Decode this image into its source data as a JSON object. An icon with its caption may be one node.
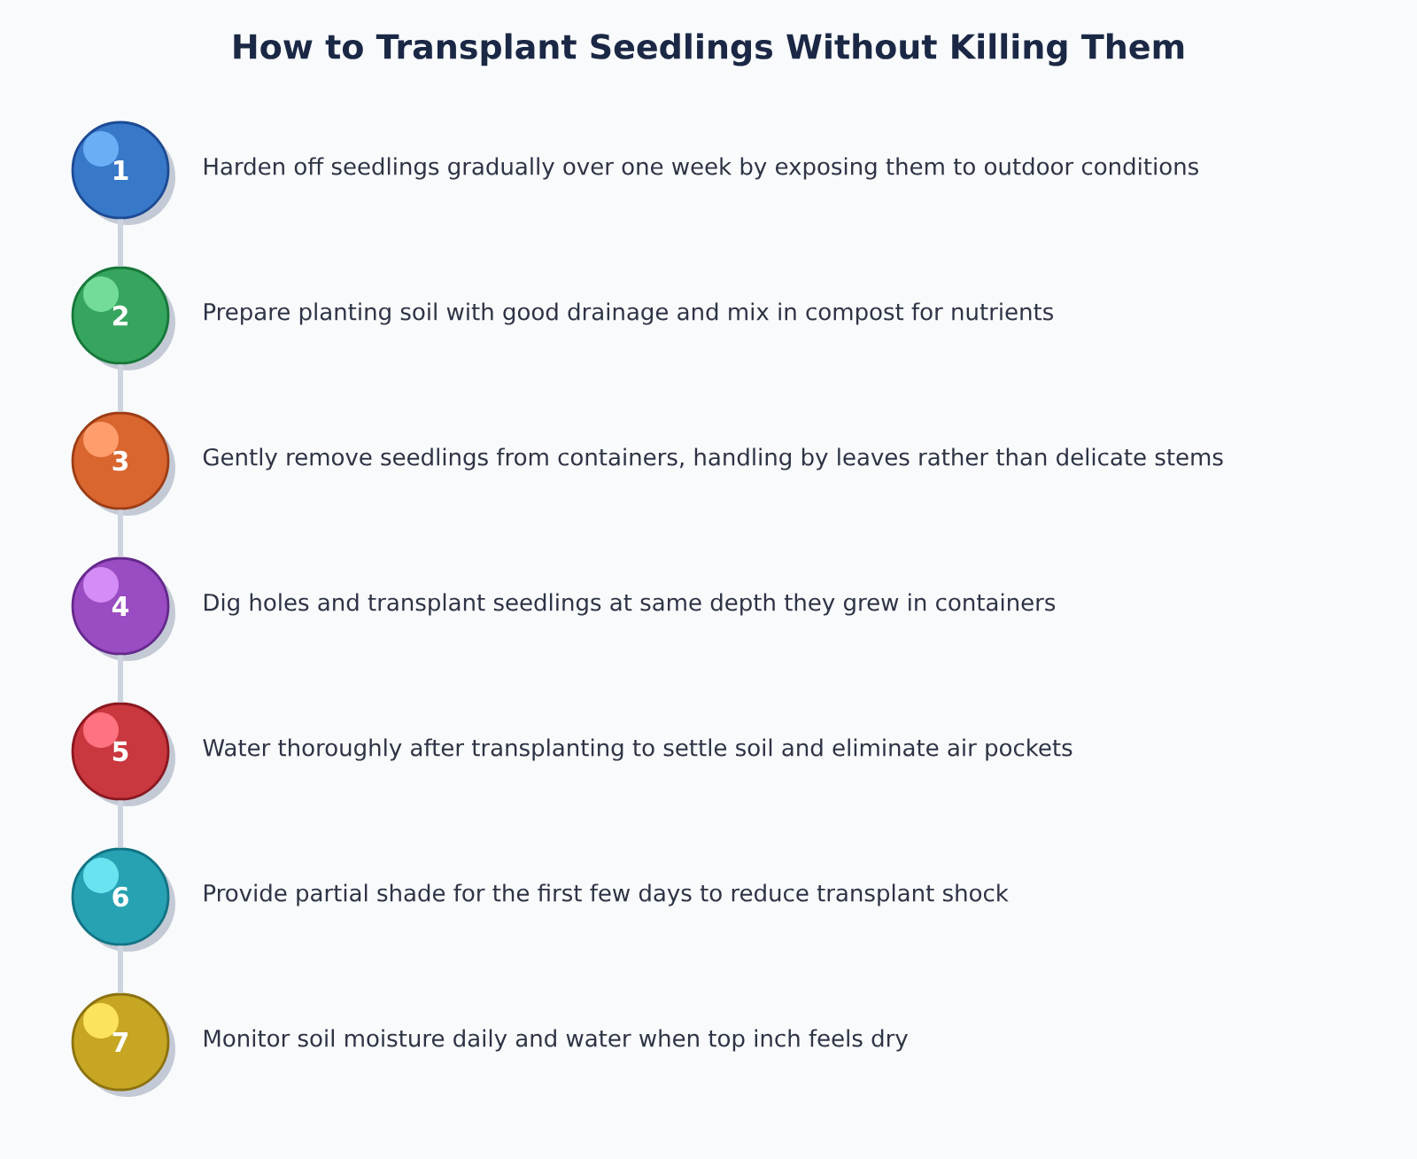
{
  "diagram": {
    "title": "How to Transplant Seedlings Without Killing Them",
    "nodes": [
      {
        "text": [
          "1"
        ],
        "beside": [
          "Harden off seedlings gradually over one week by exposing them to outdoor conditions"
        ]
      },
      {
        "text": [
          "2"
        ],
        "beside": [
          "Prepare planting soil with good drainage and mix in compost for nutrients"
        ]
      },
      {
        "text": [
          "3"
        ],
        "beside": [
          "Gently remove seedlings from containers, handling by leaves rather than delicate stems"
        ]
      },
      {
        "text": [
          "4"
        ],
        "beside": [
          "Dig holes and transplant seedlings at same depth they grew in containers"
        ]
      },
      {
        "text": [
          "5"
        ],
        "beside": [
          "Water thoroughly after transplanting to settle soil and eliminate air pockets"
        ]
      },
      {
        "text": [
          "6"
        ],
        "beside": [
          "Provide partial shade for the first few days to reduce transplant shock"
        ]
      },
      {
        "text": [
          "7"
        ],
        "beside": [
          "Monitor soil moisture daily and water when top inch feels dry"
        ]
      }
    ],
    "edges": [
      {
        "from": 0,
        "to": 1,
        "arrow": "none"
      },
      {
        "from": 1,
        "to": 2,
        "arrow": "none"
      },
      {
        "from": 2,
        "to": 3,
        "arrow": "none"
      },
      {
        "from": 3,
        "to": 4,
        "arrow": "none"
      },
      {
        "from": 4,
        "to": 5,
        "arrow": "none"
      },
      {
        "from": 5,
        "to": 6,
        "arrow": "none"
      }
    ]
  }
}
